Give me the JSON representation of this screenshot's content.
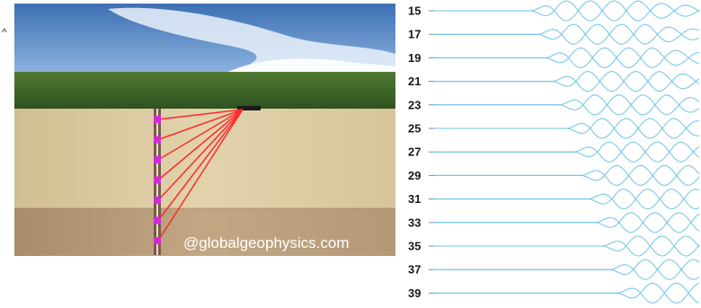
{
  "watermark": "@globalgeophysics.com",
  "corner_mark": "^",
  "trace_labels": [
    "15",
    "17",
    "19",
    "21",
    "23",
    "25",
    "27",
    "29",
    "31",
    "33",
    "35",
    "37",
    "39"
  ],
  "receivers_count": 7,
  "colors": {
    "sky": "#4f86c6",
    "grass": "#3f6a2a",
    "upper_soil": "#d8c7a0",
    "lower_soil": "#b99c7a",
    "ray": "#ff2a2a",
    "receiver": "#d12bd6",
    "trace": "#6ec3e8"
  }
}
